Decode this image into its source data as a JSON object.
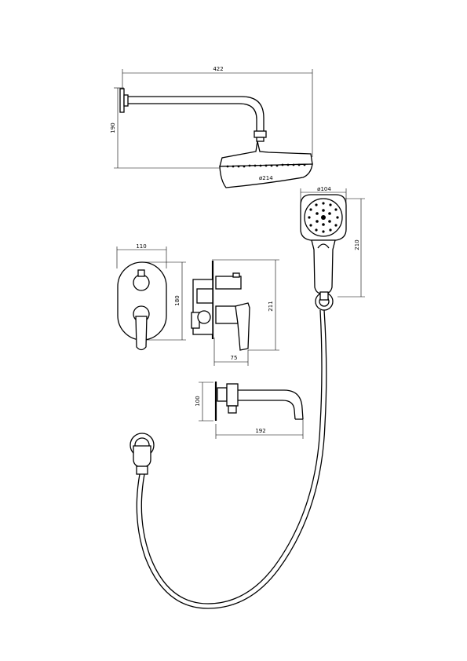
{
  "dimensions": {
    "arm_length": "422",
    "arm_drop": "190",
    "head_diameter": "ø214",
    "hand_diameter": "ø104",
    "hand_length": "210",
    "plate_width": "110",
    "plate_height": "180",
    "body_depth": "211",
    "body_width": "75",
    "spout_height": "100",
    "spout_length": "192"
  }
}
